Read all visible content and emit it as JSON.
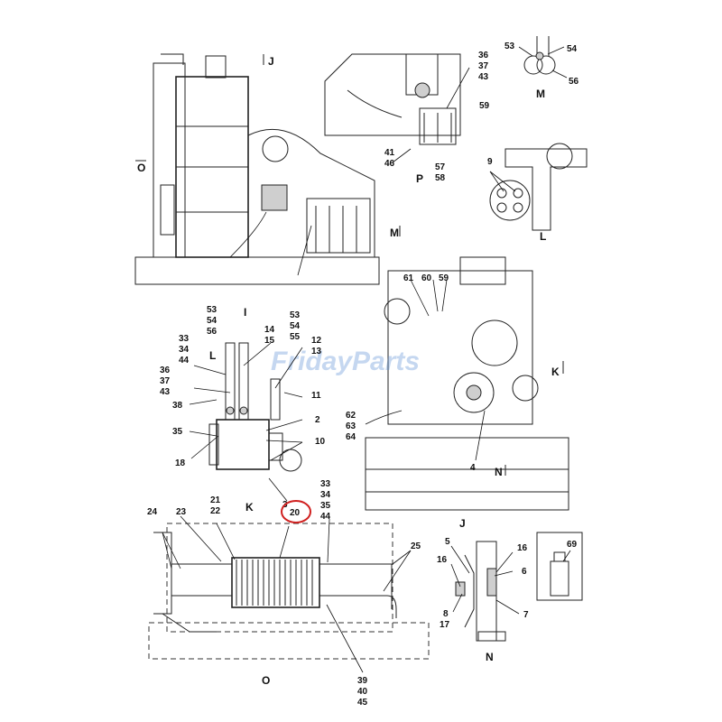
{
  "watermark": "FridayParts",
  "views": {
    "I": "I",
    "J": "J",
    "K": "K",
    "L": "L",
    "M": "M",
    "N": "N",
    "O": "O",
    "P": "P"
  },
  "view_refs": {
    "J": "J",
    "O": "O",
    "M": "M",
    "K": "K",
    "N": "N",
    "L": "L"
  },
  "callouts": {
    "c53a": "53",
    "c54a": "54",
    "c56a": "56",
    "c53b": "53",
    "c54b": "54",
    "c55b": "55",
    "c36p": "36",
    "c37p": "37",
    "c43p": "43",
    "c59p": "59",
    "c41p": "41",
    "c46p": "46",
    "c57p": "57",
    "c58p": "58",
    "c53m": "53",
    "c54m": "54",
    "c56m": "56",
    "c9l": "9",
    "c61": "61",
    "c60": "60",
    "c59j": "59",
    "c62": "62",
    "c63": "63",
    "c64": "64",
    "c4": "4",
    "c33k": "33",
    "c34k": "34",
    "c44k": "44",
    "c14": "14",
    "c15": "15",
    "c12": "12",
    "c13": "13",
    "c36k": "36",
    "c37k": "37",
    "c43k": "43",
    "c11": "11",
    "c38": "38",
    "c2": "2",
    "c35k": "35",
    "c10": "10",
    "c18": "18",
    "c3": "3",
    "c21": "21",
    "c22": "22",
    "c20": "20",
    "c33o": "33",
    "c34o": "34",
    "c35o": "35",
    "c44o": "44",
    "c24": "24",
    "c23": "23",
    "c25": "25",
    "c39": "39",
    "c40": "40",
    "c45": "45",
    "c5": "5",
    "c16a": "16",
    "c16b": "16",
    "c6": "6",
    "c8": "8",
    "c17": "17",
    "c7": "7",
    "c69": "69"
  },
  "highlight": {
    "callout": "20",
    "color": "#d0201f"
  }
}
